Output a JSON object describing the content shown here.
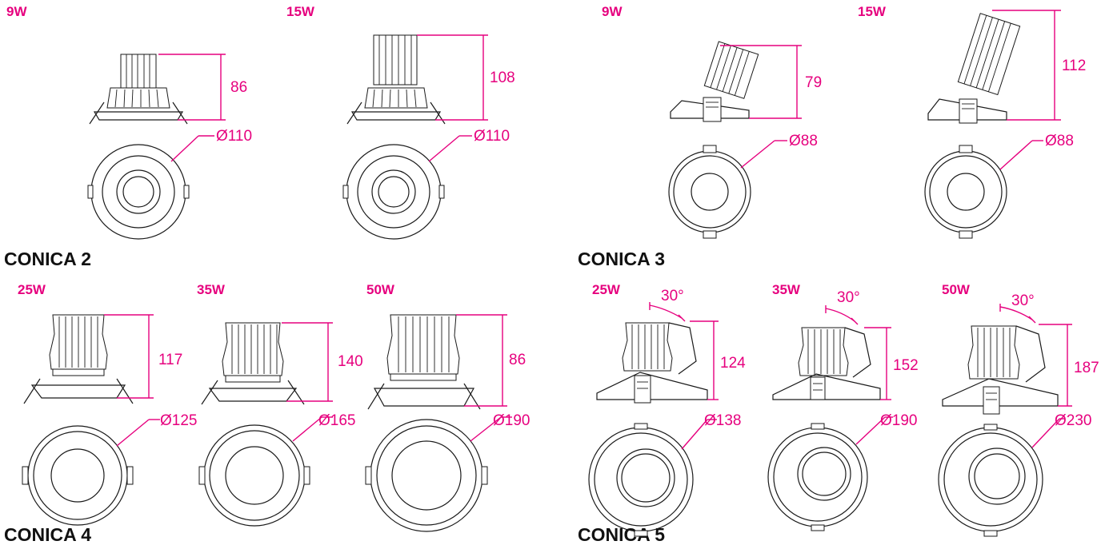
{
  "colors": {
    "accent": "#e6007e",
    "line": "#1a1a1a"
  },
  "series": [
    {
      "name": "CONICA 2",
      "models": [
        {
          "wattage": "9W",
          "height": "86",
          "diameter": "Ø110"
        },
        {
          "wattage": "15W",
          "height": "108",
          "diameter": "Ø110"
        }
      ]
    },
    {
      "name": "CONICA 3",
      "models": [
        {
          "wattage": "9W",
          "height": "79",
          "diameter": "Ø88"
        },
        {
          "wattage": "15W",
          "height": "112",
          "diameter": "Ø88"
        }
      ]
    },
    {
      "name": "CONICA 4",
      "models": [
        {
          "wattage": "25W",
          "height": "117",
          "diameter": "Ø125"
        },
        {
          "wattage": "35W",
          "height": "140",
          "diameter": "Ø165"
        },
        {
          "wattage": "50W",
          "height": "86",
          "diameter": "Ø190"
        }
      ]
    },
    {
      "name": "CONICA 5",
      "models": [
        {
          "wattage": "25W",
          "height": "124",
          "diameter": "Ø138",
          "tilt": "30°"
        },
        {
          "wattage": "35W",
          "height": "152",
          "diameter": "Ø190",
          "tilt": "30°"
        },
        {
          "wattage": "50W",
          "height": "187",
          "diameter": "Ø230",
          "tilt": "30°"
        }
      ]
    }
  ]
}
